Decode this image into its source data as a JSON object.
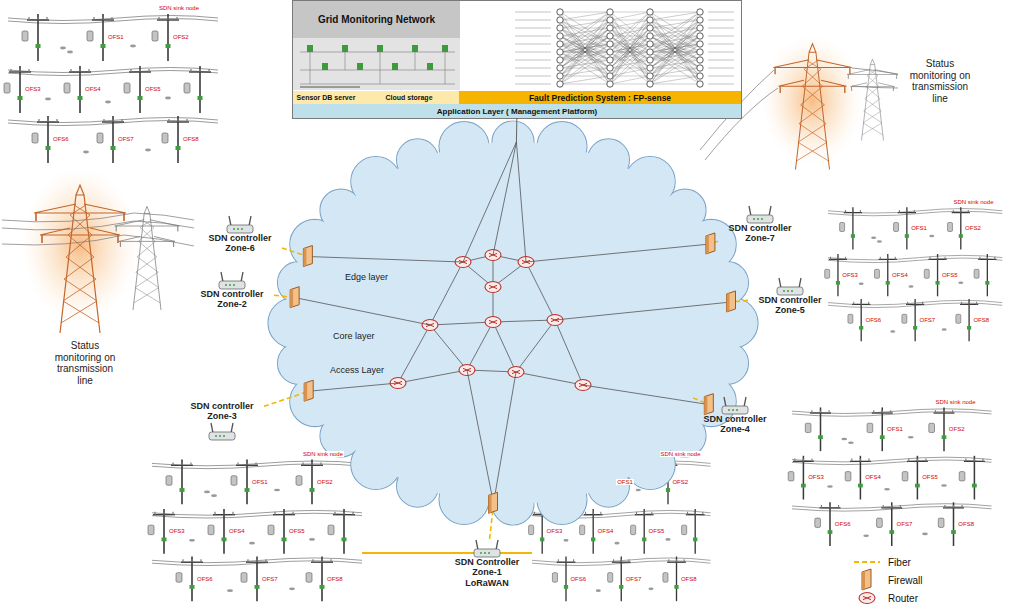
{
  "diagram": {
    "nodes": [
      {
        "text": [
          "Grid Monitoring Network"
        ]
      },
      {
        "text": [
          "Sensor DB server"
        ],
        "in": 0
      },
      {
        "text": [
          "Cloud storage"
        ],
        "in": 0
      },
      {
        "text": [
          "Fault Prediction System : FP-sense"
        ],
        "in": 0
      },
      {
        "text": [
          "Application Layer ( Management Platform)"
        ],
        "in": 0
      },
      {
        "text": [
          "Edge layer",
          "Core layer",
          "Access Layer"
        ]
      },
      {
        "text": [
          "SDN controller Zone-6"
        ]
      },
      {
        "text": [
          "SDN controller Zone-2"
        ]
      },
      {
        "text": [
          "SDN controller Zone-3"
        ]
      },
      {
        "text": [
          "SDN controller Zone-7"
        ]
      },
      {
        "text": [
          "SDN controller Zone-5"
        ]
      },
      {
        "text": [
          "SDN controller Zone-4"
        ]
      },
      {
        "text": [
          "SDN Controller Zone-1",
          "LoRaWAN"
        ]
      }
    ],
    "edges": [
      {
        "from": 4,
        "to": 5,
        "arrow": "none"
      },
      {
        "from": 6,
        "to": 5,
        "arrow": "none"
      },
      {
        "from": 7,
        "to": 5,
        "arrow": "none"
      },
      {
        "from": 8,
        "to": 5,
        "arrow": "none"
      },
      {
        "from": 9,
        "to": 5,
        "arrow": "none"
      },
      {
        "from": 10,
        "to": 5,
        "arrow": "none"
      },
      {
        "from": 11,
        "to": 5,
        "arrow": "none"
      },
      {
        "from": 12,
        "to": 5,
        "arrow": "none"
      }
    ],
    "labels": [
      "SDN sink node",
      "OFS1",
      "OFS2",
      "OFS3",
      "OFS4",
      "OFS5",
      "OFS6",
      "OFS7",
      "OFS8",
      "Status monitoring on transmission line",
      "Status monitoring on transmission line",
      "SDN sink node",
      "OFS1",
      "OFS2",
      "OFS3",
      "OFS4",
      "OFS5",
      "OFS6",
      "OFS7",
      "OFS8",
      "SDN sink node",
      "OFS1",
      "OFS2",
      "OFS3",
      "OFS4",
      "OFS5",
      "OFS6",
      "OFS7",
      "OFS8",
      "SDN sink node",
      "OFS1",
      "OFS2",
      "OFS3",
      "OFS4",
      "OFS5",
      "OFS6",
      "OFS7",
      "OFS8",
      "SDN sink node",
      "OFS1",
      "OFS2",
      "OFS3",
      "OFS4",
      "OFS5",
      "OFS6",
      "OFS7",
      "OFS8"
    ],
    "legend": [
      {
        "text": "Fiber"
      },
      {
        "text": "Firewall"
      },
      {
        "text": "Router"
      }
    ]
  }
}
